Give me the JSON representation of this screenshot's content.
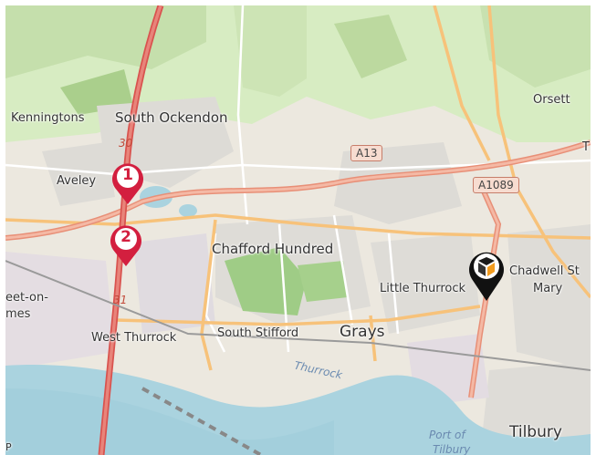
{
  "map": {
    "places": {
      "kenningtons": "Kenningtons",
      "south_ockendon": "South Ockendon",
      "orsett": "Orsett",
      "aveley": "Aveley",
      "chafford_hundred": "Chafford Hundred",
      "chadwell_st_mary_1": "Chadwell St",
      "chadwell_st_mary_2": "Mary",
      "little_thurrock": "Little Thurrock",
      "west_thurrock": "West Thurrock",
      "south_stifford": "South Stifford",
      "grays": "Grays",
      "tilbury": "Tilbury",
      "purfleet_partial_1": "eet-on-",
      "purfleet_partial_2": "mes",
      "edge_t": "T",
      "edge_p": "P"
    },
    "roads": {
      "a13": "A13",
      "a1089": "A1089",
      "m25_j30": "30",
      "m25_j31": "31"
    },
    "water": {
      "thurrock": "Thurrock",
      "port_of_1": "Port of",
      "port_of_2": "Tilbury"
    },
    "markers": [
      {
        "label": "1",
        "color": "#d31f3f"
      },
      {
        "label": "2",
        "color": "#d31f3f"
      }
    ],
    "poi_marker": {
      "icon": "store-logo-icon",
      "color": "#111111"
    }
  }
}
